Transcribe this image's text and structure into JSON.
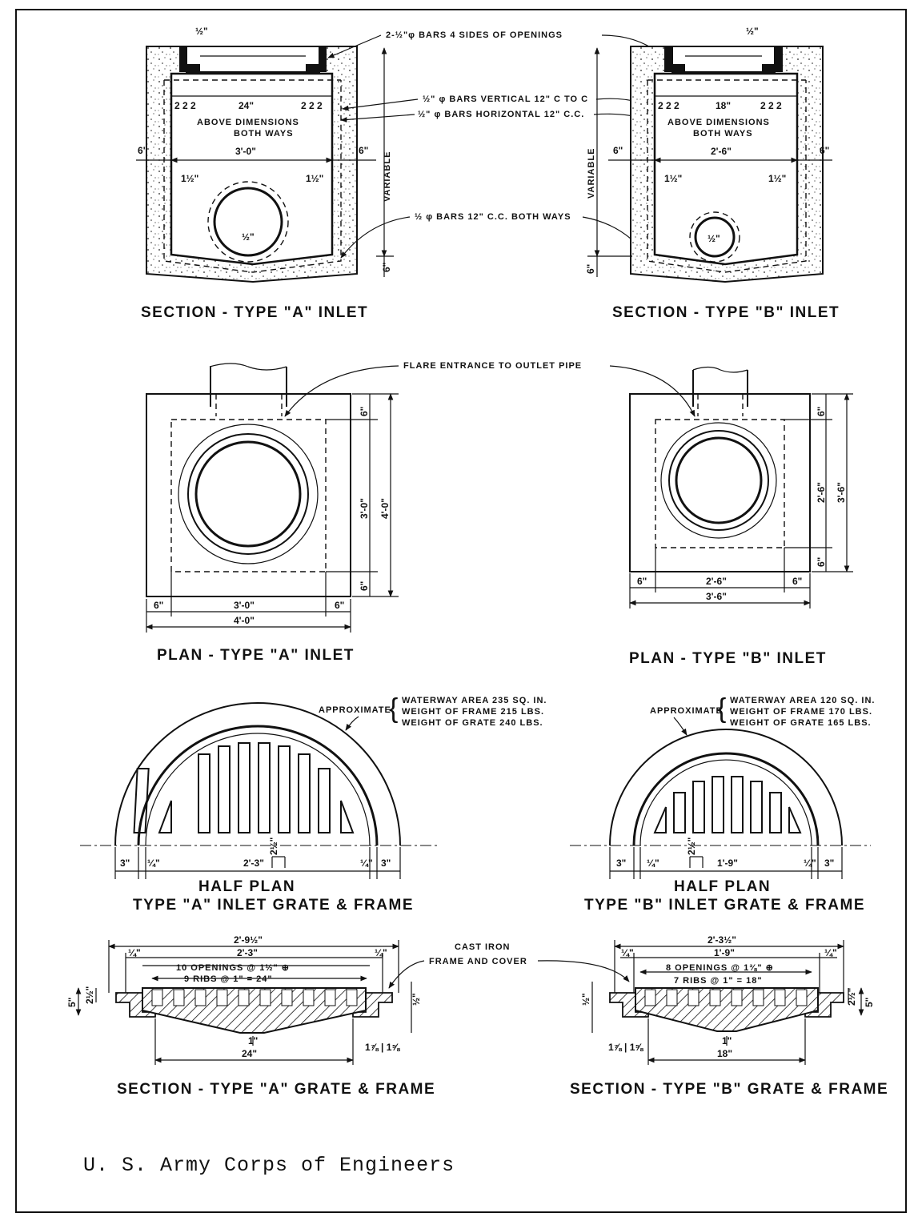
{
  "callouts": {
    "bars_openings": "2-½\"φ BARS 4 SIDES OF OPENINGS",
    "bars_vertical": "½\" φ BARS VERTICAL 12\" C TO C",
    "bars_horizontal": "½\" φ BARS HORIZONTAL 12\" C.C.",
    "bars_both_ways": "½ φ BARS 12\" C.C. BOTH WAYS",
    "flare_entrance": "FLARE ENTRANCE TO OUTLET PIPE",
    "cast_iron_1": "CAST IRON",
    "cast_iron_2": "FRAME AND COVER"
  },
  "section_a": {
    "title": "SECTION - TYPE \"A\" INLET",
    "above_1": "ABOVE DIMENSIONS",
    "above_2": "BOTH WAYS",
    "dim_top": "24\"",
    "dim_width": "3'-0\"",
    "dim_side_l": "6\"",
    "dim_side_r": "6\"",
    "dim_half_l": "1½\"",
    "dim_half_r": "1½\"",
    "dim_2s_l": "2 2 2",
    "dim_2s_r": "2 2 2",
    "dim_variable": "VARIABLE",
    "dim_bottom": "6\"",
    "dim_rim": "½\"",
    "dim_pipe": "½\""
  },
  "section_b": {
    "title": "SECTION - TYPE \"B\" INLET",
    "above_1": "ABOVE DIMENSIONS",
    "above_2": "BOTH WAYS",
    "dim_top": "18\"",
    "dim_width": "2'-6\"",
    "dim_side_l": "6\"",
    "dim_side_r": "6\"",
    "dim_half_l": "1½\"",
    "dim_half_r": "1½\"",
    "dim_2s_l": "2 2 2",
    "dim_2s_r": "2 2 2",
    "dim_variable": "VARIABLE",
    "dim_bottom": "6\"",
    "dim_rim": "½\"",
    "dim_pipe": "½\""
  },
  "plan_a": {
    "title": "PLAN - TYPE \"A\" INLET",
    "dim_6_top": "6\"",
    "dim_inner": "3'-0\"",
    "dim_outer": "4'-0\"",
    "dim_6_bottom": "6\"",
    "dim_6_left": "6\"",
    "dim_3_0": "3'-0\"",
    "dim_6_right": "6\"",
    "dim_4_0": "4'-0\""
  },
  "plan_b": {
    "title": "PLAN - TYPE \"B\" INLET",
    "dim_6_top": "6\"",
    "dim_inner": "2'-6\"",
    "dim_outer": "3'-6\"",
    "dim_6_bottom": "6\"",
    "dim_6_left": "6\"",
    "dim_2_6": "2'-6\"",
    "dim_6_right": "6\"",
    "dim_3_6": "3'-6\""
  },
  "half_plan_a": {
    "title_1": "HALF PLAN",
    "title_2": "TYPE \"A\" INLET GRATE & FRAME",
    "approx": "APPROXIMATE",
    "spec_1": "WATERWAY AREA  235 SQ. IN.",
    "spec_2": "WEIGHT OF FRAME  215 LBS.",
    "spec_3": "WEIGHT OF GRATE  240 LBS.",
    "dim_3_l": "3\"",
    "dim_quarter_l": "¼\"",
    "dim_center": "2'-3\"",
    "dim_rib": "2½\"",
    "dim_quarter_r": "¼\"",
    "dim_3_r": "3\""
  },
  "half_plan_b": {
    "title_1": "HALF PLAN",
    "title_2": "TYPE \"B\" INLET GRATE & FRAME",
    "approx": "APPROXIMATE",
    "spec_1": "WATERWAY AREA  120 SQ. IN.",
    "spec_2": "WEIGHT OF FRAME  170 LBS.",
    "spec_3": "WEIGHT OF GRATE  165 LBS.",
    "dim_3_l": "3\"",
    "dim_quarter_l": "¼\"",
    "dim_rib": "2½\"",
    "dim_center": "1'-9\"",
    "dim_quarter_r": "¼\"",
    "dim_3_r": "3\""
  },
  "grate_a": {
    "title": "SECTION - TYPE \"A\" GRATE & FRAME",
    "dim_overall": "2'-9½\"",
    "dim_inner": "2'-3\"",
    "dim_quarter_l": "¼\"",
    "dim_quarter_r": "¼\"",
    "openings": "10 OPENINGS @ 1½\" ⊕",
    "ribs": "9 RIBS @ 1\" = 24\"",
    "dim_bottom": "24\"",
    "dim_5": "5\"",
    "dim_2_half": "2½\"",
    "dim_half": "½\"",
    "dim_1": "1\"",
    "dim_sides": "1⅞ | 1⅝"
  },
  "grate_b": {
    "title": "SECTION - TYPE \"B\" GRATE & FRAME",
    "dim_overall": "2'-3½\"",
    "dim_inner": "1'-9\"",
    "dim_quarter_l": "¼\"",
    "dim_quarter_r": "¼\"",
    "openings": "8 OPENINGS @ 1⅜\" ⊕",
    "ribs": "7 RIBS @ 1\" = 18\"",
    "dim_bottom": "18\"",
    "dim_5": "5\"",
    "dim_2_half": "2½\"",
    "dim_half": "½\"",
    "dim_1": "1\"",
    "dim_sides": "1⅞ | 1⅝"
  },
  "credit": "U. S. Army Corps of Engineers"
}
